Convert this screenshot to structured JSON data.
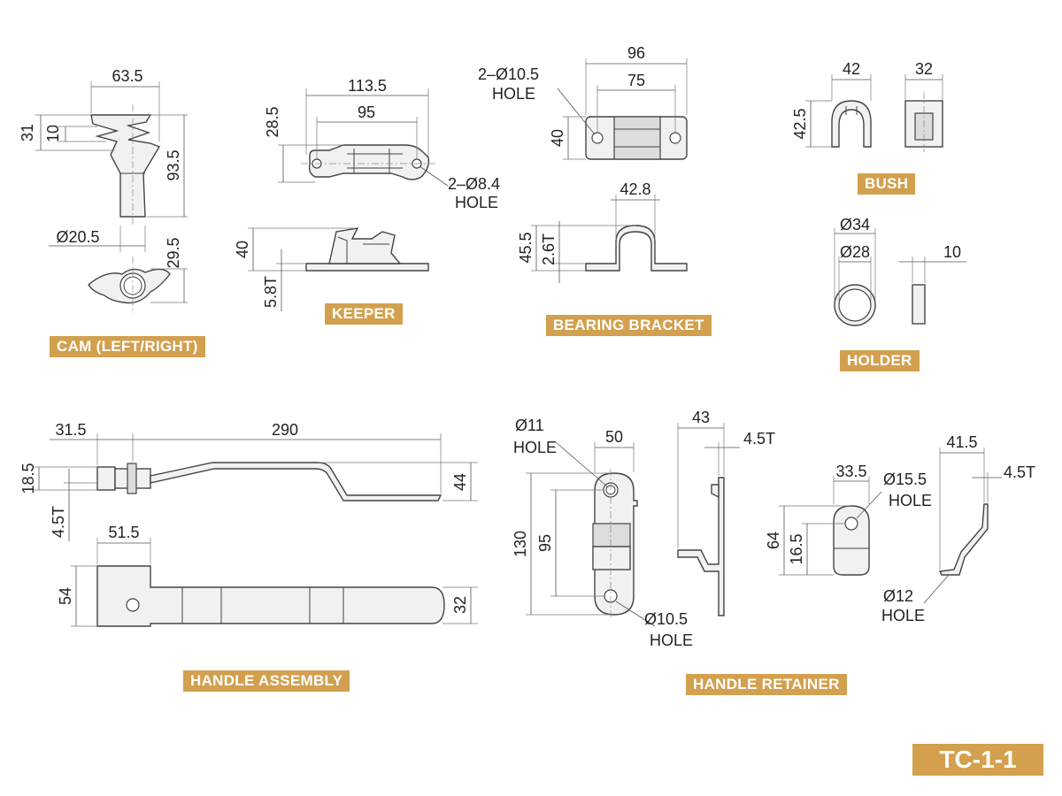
{
  "parts": {
    "cam": {
      "label": "CAM (LEFT/RIGHT)",
      "dims": {
        "d1": "63.5",
        "d2": "31",
        "d3": "10",
        "d4": "93.5",
        "d5": "Ø20.5",
        "d6": "29.5"
      }
    },
    "keeper": {
      "label": "KEEPER",
      "dims": {
        "d1": "113.5",
        "d2": "95",
        "d3": "28.5",
        "d4a": "2–Ø8.4",
        "d4b": "HOLE",
        "d5": "40",
        "d6": "5.8T"
      }
    },
    "bearing": {
      "label": "BEARING BRACKET",
      "dims": {
        "d1": "96",
        "d2": "75",
        "d3a": "2–Ø10.5",
        "d3b": "HOLE",
        "d4": "40",
        "d5": "42.8",
        "d6": "45.5",
        "d7": "2.6T"
      }
    },
    "bush": {
      "label": "BUSH",
      "dims": {
        "d1": "42",
        "d2": "32",
        "d3": "42.5"
      }
    },
    "holder": {
      "label": "HOLDER",
      "dims": {
        "d1": "Ø34",
        "d2": "Ø28",
        "d3": "10"
      }
    },
    "handle": {
      "label": "HANDLE ASSEMBLY",
      "dims": {
        "d1": "31.5",
        "d2": "290",
        "d3": "18.5",
        "d4": "4.5T",
        "d5": "44",
        "d6": "51.5",
        "d7": "54",
        "d8": "32"
      }
    },
    "retainer": {
      "label": "HANDLE RETAINER",
      "dims": {
        "d1a": "Ø11",
        "d1b": "HOLE",
        "d2": "50",
        "d3": "130",
        "d4": "95",
        "d5a": "Ø10.5",
        "d5b": "HOLE",
        "d6": "43",
        "d7": "4.5T",
        "d8": "33.5",
        "d9a": "Ø15.5",
        "d9b": "HOLE",
        "d10": "64",
        "d11": "16.5",
        "d12": "41.5",
        "d13": "4.5T",
        "d14a": "Ø12",
        "d14b": "HOLE"
      }
    }
  },
  "code": "TC-1-1",
  "colors": {
    "label_bg": "#d2a04e",
    "label_text": "#ffffff",
    "line": "#444444",
    "part_fill": "#f1f1f1"
  }
}
